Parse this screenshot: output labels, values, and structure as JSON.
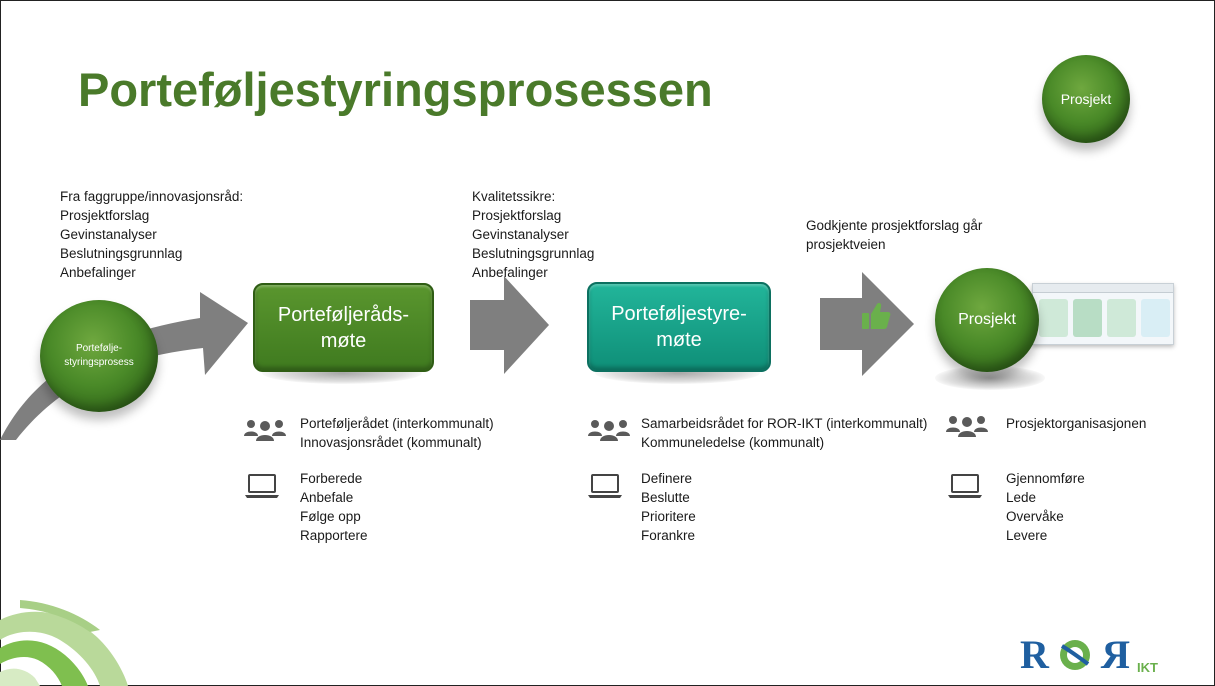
{
  "slide": {
    "title": "Porteføljestyringsprosessen",
    "badge_label": "Prosjekt",
    "start_ball_label": "Portefølje-\nstyringsprosess",
    "input_text": {
      "heading": "Fra faggruppe/innovasjonsråd:",
      "lines": [
        "Prosjektforslag",
        "Gevinstanalyser",
        "Beslutningsgrunnlag",
        "Anbefalinger"
      ]
    },
    "quality_text": {
      "heading": "Kvalitetssikre:",
      "lines": [
        "Prosjektforslag",
        "Gevinstanalyser",
        "Beslutningsgrunnlag",
        "Anbefalinger"
      ]
    },
    "approved_text": {
      "line1": "Godkjente prosjektforslag går",
      "line2": "prosjektveien"
    },
    "stages": [
      {
        "box_line1": "Porteføljeråds-",
        "box_line2": "møte",
        "participants": [
          "Porteføljerådet (interkommunalt)",
          "Innovasjonsrådet (kommunalt)"
        ],
        "tasks": [
          "Forberede",
          "Anbefale",
          "Følge opp",
          "Rapportere"
        ]
      },
      {
        "box_line1": "Porteføljestyre-",
        "box_line2": "møte",
        "participants": [
          "Samarbeidsrådet for ROR-IKT (interkommunalt)",
          "Kommuneledelse (kommunalt)"
        ],
        "tasks": [
          "Definere",
          "Beslutte",
          "Prioritere",
          "Forankre"
        ]
      },
      {
        "ball_label": "Prosjekt",
        "participants": [
          "Prosjektorganisasjonen"
        ],
        "tasks": [
          "Gjennomføre",
          "Lede",
          "Overvåke",
          "Levere"
        ]
      }
    ],
    "logo": {
      "main": "ROR",
      "sub": "IKT"
    },
    "icons": [
      "people-icon",
      "laptop-icon",
      "thumbs-up-icon",
      "arrow-icon"
    ],
    "colors": {
      "title_green": "#4a7a2a",
      "box_green": "#4a8a28",
      "box_teal": "#13a489",
      "arrow_gray": "#7f7f7f",
      "logo_blue": "#1f5fa0",
      "logo_green": "#6ab04c"
    }
  }
}
